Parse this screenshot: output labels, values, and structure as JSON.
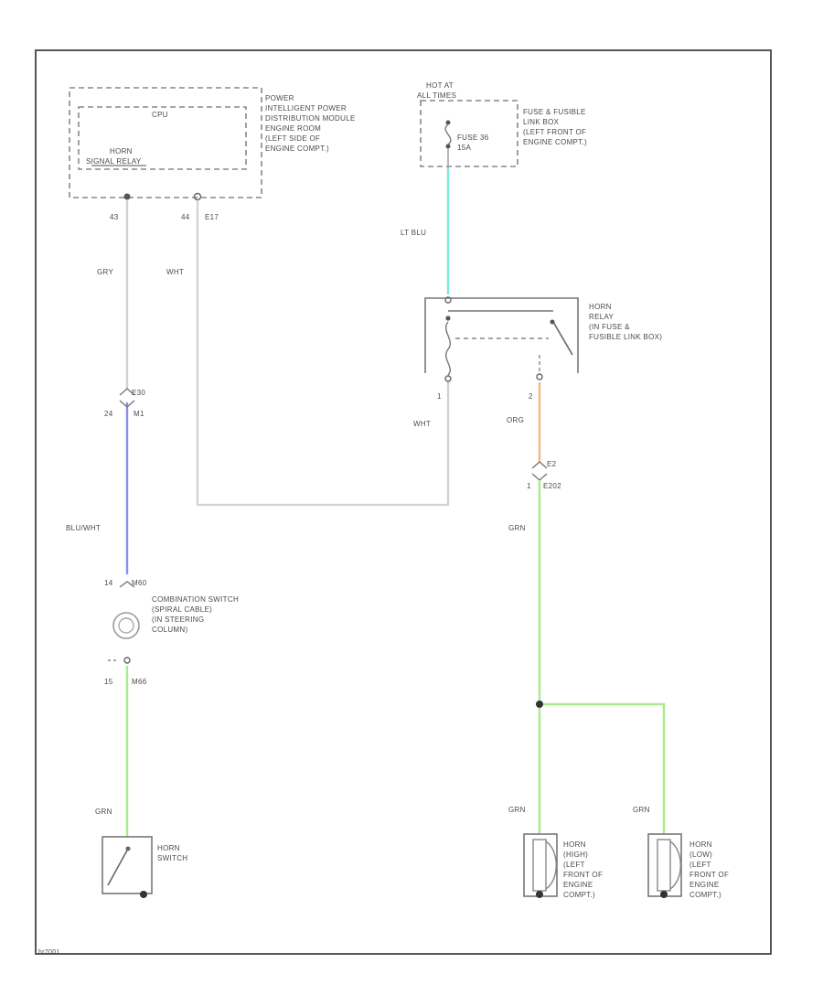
{
  "modules": {
    "ipdm": {
      "name_lines": [
        "POWER",
        "INTELLIGENT POWER",
        "DISTRIBUTION MODULE",
        "ENGINE ROOM",
        "(LEFT SIDE OF",
        "ENGINE COMPT.)"
      ],
      "cpu_label": "CPU",
      "relay_label_lines": [
        "HORN",
        "SIGNAL RELAY"
      ]
    },
    "fuse_box": {
      "hot_at_lines": [
        "HOT AT",
        "ALL TIMES"
      ],
      "fuse_lines": [
        "FUSE 36",
        "15A"
      ],
      "name_lines": [
        "FUSE & FUSIBLE",
        "LINK BOX",
        "(LEFT FRONT OF",
        "ENGINE COMPT.)"
      ]
    },
    "horn_relay": {
      "name_lines": [
        "HORN",
        "RELAY",
        "(IN FUSE &",
        "FUSIBLE LINK BOX)"
      ],
      "pin_left": "1",
      "pin_right": "2"
    },
    "combination_switch": {
      "name_lines": [
        "COMBINATION SWITCH",
        "(SPIRAL CABLE)",
        "(IN STEERING",
        "COLUMN)"
      ]
    },
    "horn_switch": {
      "name_lines": [
        "HORN",
        "SWITCH"
      ]
    },
    "horn_high": {
      "name_lines": [
        "HORN",
        "(HIGH)",
        "(LEFT",
        "FRONT OF",
        "ENGINE",
        "COMPT.)"
      ]
    },
    "horn_low": {
      "name_lines": [
        "HORN",
        "(LOW)",
        "(LEFT",
        "FRONT OF",
        "ENGINE",
        "COMPT.)"
      ]
    }
  },
  "connectors": {
    "ipdm_a": "43",
    "ipdm_b": "44",
    "ipdm_b_conn": "E17",
    "combo_top_a": "E30",
    "combo_top_b1": "24",
    "combo_top_b2": "M1",
    "combo_bottom_a1": "14",
    "combo_bottom_a2": "M60",
    "combo_lower_a1": "15",
    "combo_lower_a2": "M66",
    "horn_conn_a": "E2",
    "horn_conn_b1": "1",
    "horn_conn_b2": "E202"
  },
  "wires": {
    "gry": "GRY",
    "wht_ipdm": "WHT",
    "lt_blu": "LT BLU",
    "wht_relay": "WHT",
    "org": "ORG",
    "blu_wht": "BLU/WHT",
    "grn_combo": "GRN",
    "grn_horn_trunk": "GRN",
    "grn_horn_high": "GRN",
    "grn_horn_low": "GRN",
    "grn_switch": "GRN"
  },
  "footer_code": "hr7001",
  "colors": {
    "gry": "#d2d2d2",
    "wht": "#d2d2d2",
    "lt_blu": "#7fe8e2",
    "blu_wht": "#8a8cf2",
    "org": "#f6b680",
    "grn": "#a8ec8a",
    "outline": "#666666"
  }
}
